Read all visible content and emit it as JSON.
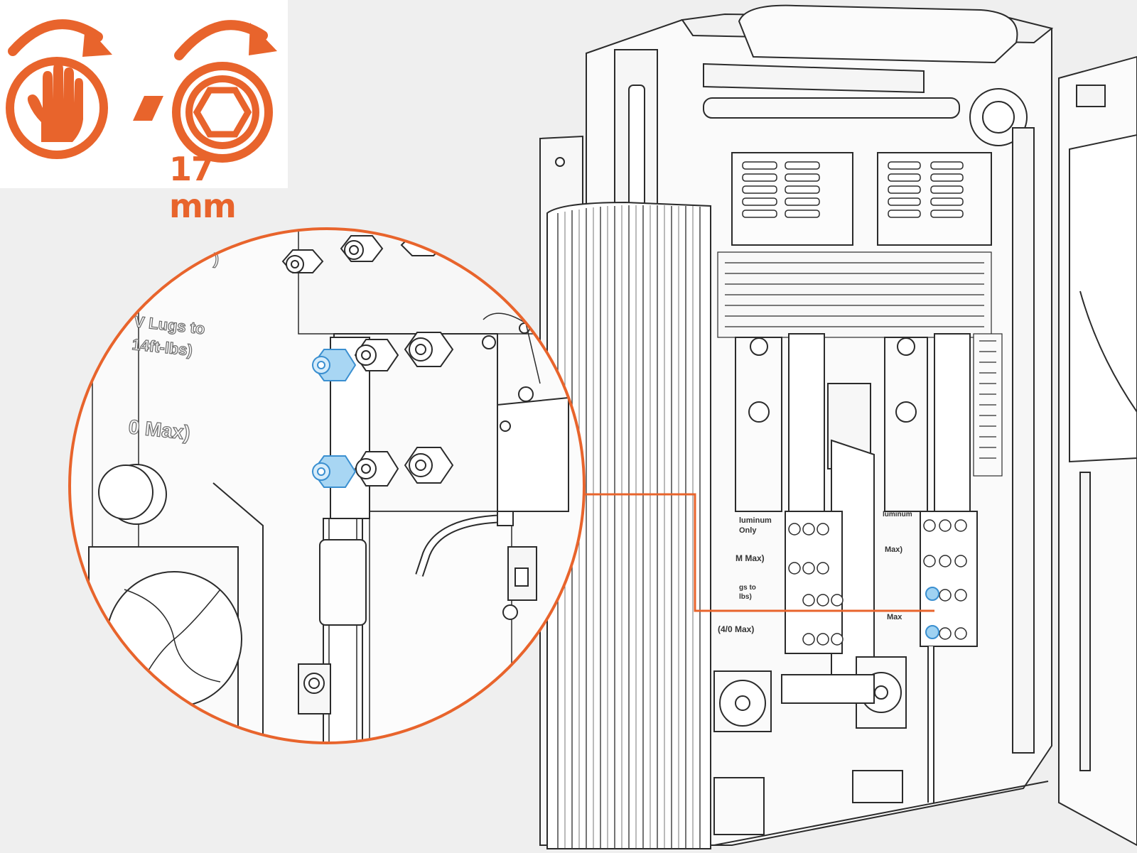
{
  "instruction": {
    "tool_options": [
      {
        "icon": "hand-tighten-icon",
        "action": "turn clockwise by hand"
      },
      {
        "icon": "hex-socket-icon",
        "action": "turn clockwise with socket"
      }
    ],
    "separator": "/",
    "socket_size": "17 mm"
  },
  "callout": {
    "labels": [
      {
        "id": "lug-torque",
        "text": "V Lugs to"
      },
      {
        "id": "torque-value",
        "text": "14ft-lbs)"
      },
      {
        "id": "max-gauge",
        "text": "0 Max)"
      },
      {
        "id": "max-gauge-top",
        "text": ")"
      }
    ],
    "highlighted_part": "blue hex nuts (2)"
  },
  "cabinet": {
    "labels": [
      {
        "id": "aluminum-left",
        "text": "luminum"
      },
      {
        "id": "only-left",
        "text": "Only"
      },
      {
        "id": "max-left",
        "text": "M Max)"
      },
      {
        "id": "lugs-left",
        "text": "gs to"
      },
      {
        "id": "lbs-left",
        "text": "lbs)"
      },
      {
        "id": "max-bottom",
        "text": "(4/0 Max)"
      },
      {
        "id": "aluminum-right",
        "text": "luminum"
      },
      {
        "id": "max-right",
        "text": "Max)"
      },
      {
        "id": "max-right-2",
        "text": "Max"
      }
    ]
  },
  "colors": {
    "accent": "#e8642c",
    "highlight": "#7ec3ec",
    "line": "#2b2b2b",
    "background": "#efefef"
  }
}
